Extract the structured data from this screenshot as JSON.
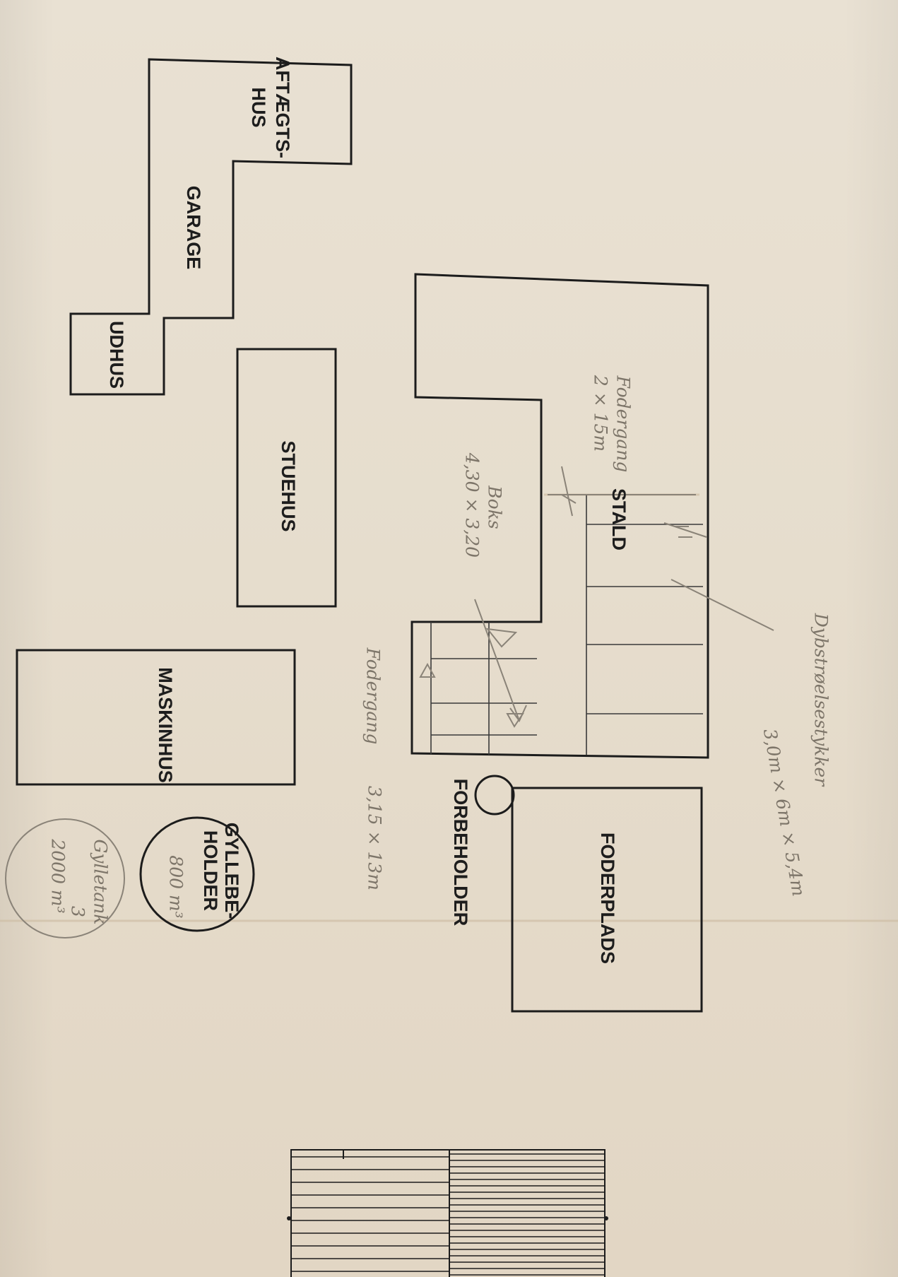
{
  "buildings": {
    "aftaegtshus_line1": "AFTÆGTS-",
    "aftaegtshus_line2": "HUS",
    "garage": "GARAGE",
    "udhus": "UDHUS",
    "stuehus": "STUEHUS",
    "stald": "STALD",
    "maskinhus": "MASKINHUS",
    "forbeholder": "FORBEHOLDER",
    "foderplads": "FODERPLADS",
    "gyllebeholder_line1": "GYLLEBE-",
    "gyllebeholder_line2": "HOLDER"
  },
  "handwriting": {
    "dybstrøelse_title": "Dybstrøelsestykker",
    "dybstrøelse_dims": "3,0m × 6m × 5,4m",
    "foedegang_top": "Fodergang",
    "foedegang_top_dims": "2 × 15m",
    "boks": "Boks",
    "boks_dims": "4,30 × 3,20",
    "foedegang_bottom": "Fodergang",
    "foedegang_bottom_dims": "3,15 × 13m",
    "gylle_volume": "800 m³",
    "gylletank_label": "Gylletank",
    "gylletank_volume_a": "3",
    "gylletank_volume_b": "2000 m³"
  }
}
